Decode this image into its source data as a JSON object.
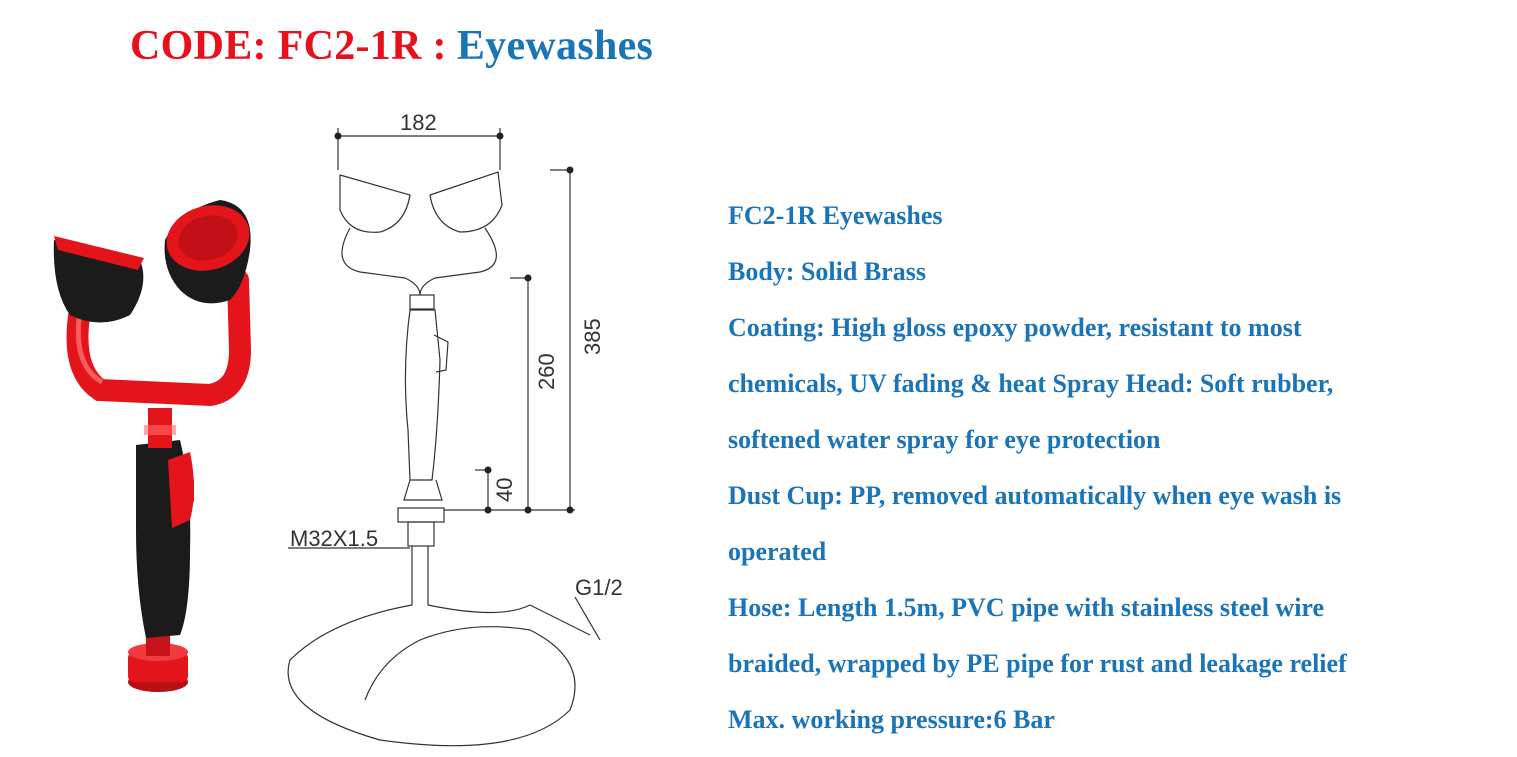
{
  "header": {
    "code": "CODE: FC2-1R :",
    "product": "Eyewashes"
  },
  "drawing": {
    "width_dim": "182",
    "height_total": "385",
    "height_mid": "260",
    "height_low": "40",
    "thread_label": "M32X1.5",
    "hose_thread": "G1/2"
  },
  "specs": [
    "FC2-1R   Eyewashes",
    "Body: Solid Brass",
    "Coating: High gloss epoxy powder, resistant to most",
    "chemicals, UV fading & heat  Spray Head: Soft rubber,",
    "softened water spray for eye protection",
    "Dust Cup: PP, removed automatically when eye wash is",
    "operated",
    "Hose: Length 1.5m, PVC pipe with stainless steel wire",
    "braided, wrapped by PE pipe for rust and leakage relief",
    "Max. working pressure:6 Bar"
  ],
  "colors": {
    "code_red": "#e8101a",
    "text_blue": "#1a74b8",
    "product_red": "#e3151b",
    "rubber_black": "#1b1b1b"
  }
}
